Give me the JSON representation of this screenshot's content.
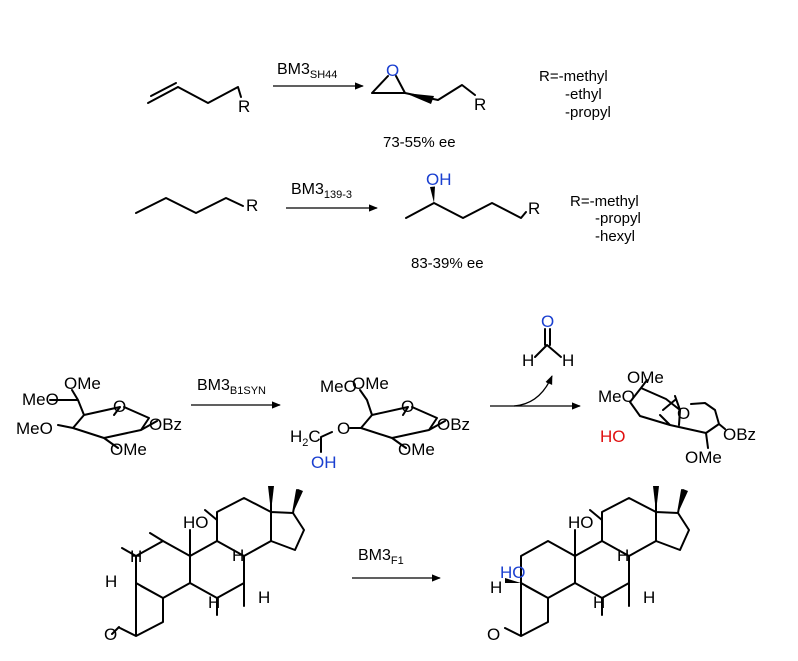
{
  "reactions": [
    {
      "catalyst": {
        "base": "BM3",
        "subscript": "SH44"
      },
      "product_atoms": {
        "epoxide_o": "O",
        "r": "R"
      },
      "substrate_atoms": {
        "r": "R"
      },
      "selectivity": "73-55% ee",
      "r_groups": [
        "R=-methyl",
        "-ethyl",
        "-propyl"
      ]
    },
    {
      "catalyst": {
        "base": "BM3",
        "subscript": "139-3"
      },
      "substrate_atoms": {
        "r": "R"
      },
      "product_atoms": {
        "oh": "OH",
        "r": "R"
      },
      "selectivity": "83-39% ee",
      "r_groups": [
        "R=-methyl",
        "-propyl",
        "-hexyl"
      ]
    },
    {
      "catalyst": {
        "base": "BM3",
        "subscript": "B1SYN"
      },
      "byproduct": {
        "o": "O",
        "h1": "H",
        "h2": "H"
      },
      "substrate": {
        "ome_top": "OMe",
        "meo_left": "MeO",
        "meo_mid": "MeO",
        "ome_bottom": "OMe",
        "ring_o": "O",
        "obz": "OBz"
      },
      "intermediate": {
        "ome_top": "OMe",
        "meo": "MeO",
        "o_link": "O",
        "ch2": "H",
        "ch2_sub": "2",
        "ch2_c": "C",
        "oh": "OH",
        "ome_bottom": "OMe",
        "ring_o": "O",
        "obz": "OBz"
      },
      "product": {
        "ome_top": "OMe",
        "meo": "MeO",
        "ho": "HO",
        "ring_o": "O",
        "obz": "OBz",
        "ome_bottom": "OMe"
      }
    },
    {
      "catalyst": {
        "base": "BM3",
        "subscript": "F1"
      },
      "substrate": {
        "ho": "HO",
        "h_top": "H",
        "h_left": "H",
        "h_mid": "H",
        "h_c9": "H",
        "h_c14": "H",
        "o": "O"
      },
      "product": {
        "ho_top": "HO",
        "ho_new": "HO",
        "h_left": "H",
        "h_mid": "H",
        "h_c9": "H",
        "h_c14": "H",
        "o": "O"
      }
    }
  ]
}
